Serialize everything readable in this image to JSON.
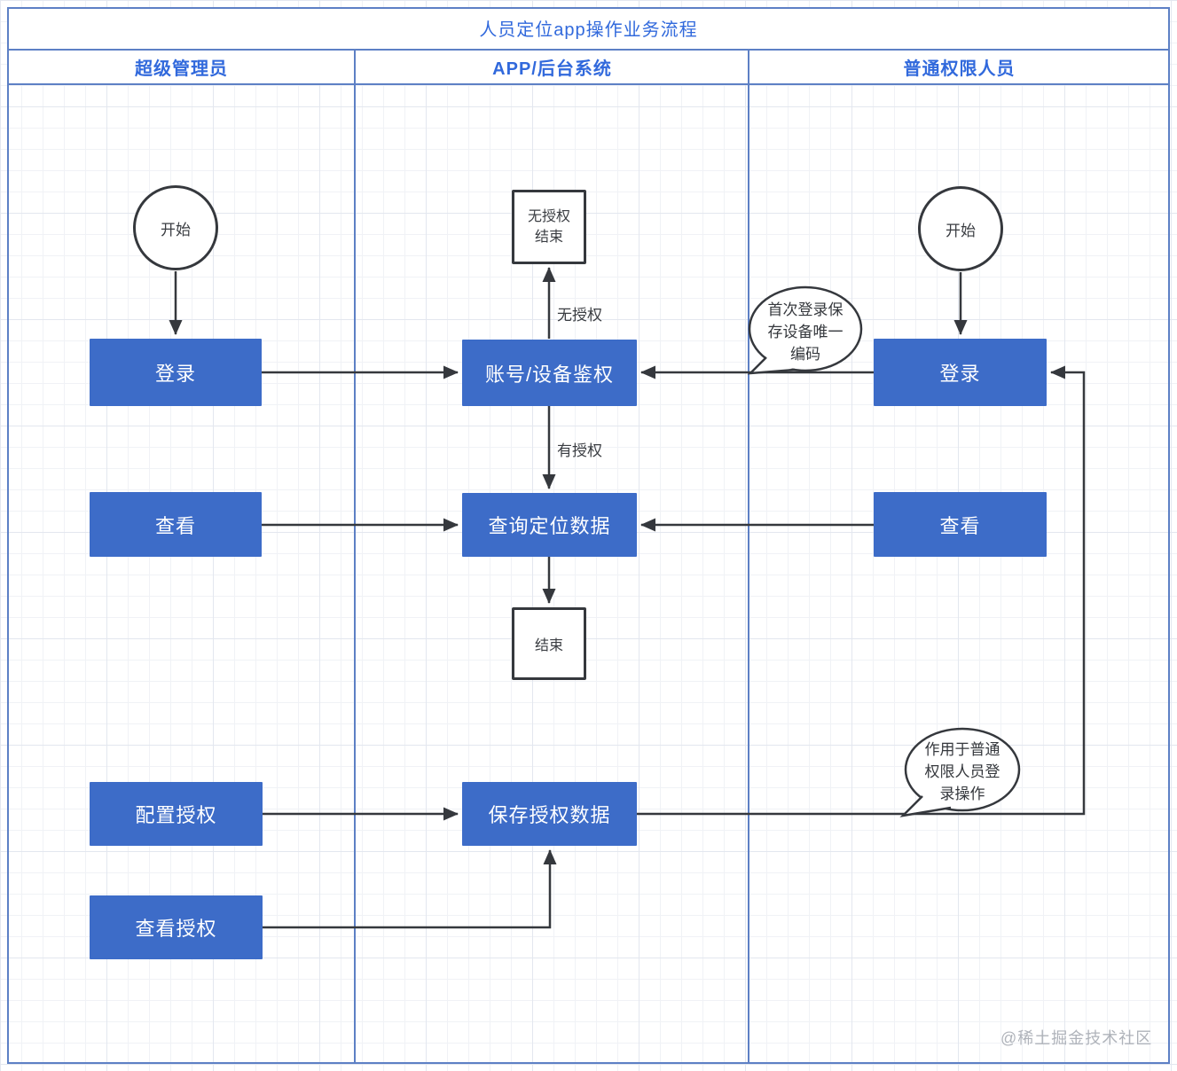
{
  "title": "人员定位app操作业务流程",
  "lanes": [
    {
      "label": "超级管理员"
    },
    {
      "label": "APP/后台系统"
    },
    {
      "label": "普通权限人员"
    }
  ],
  "nodes": {
    "admin_start": {
      "type": "start",
      "label": "开始"
    },
    "admin_login": {
      "type": "process",
      "label": "登录"
    },
    "admin_view": {
      "type": "process",
      "label": "查看"
    },
    "admin_config_auth": {
      "type": "process",
      "label": "配置授权"
    },
    "admin_view_auth": {
      "type": "process",
      "label": "查看授权"
    },
    "sys_no_auth_end": {
      "type": "end",
      "label": "无授权\n结束"
    },
    "sys_auth_check": {
      "type": "process",
      "label": "账号/设备鉴权"
    },
    "sys_query_location": {
      "type": "process",
      "label": "查询定位数据"
    },
    "sys_end": {
      "type": "end",
      "label": "结束"
    },
    "sys_save_auth": {
      "type": "process",
      "label": "保存授权数据"
    },
    "user_start": {
      "type": "start",
      "label": "开始"
    },
    "user_login": {
      "type": "process",
      "label": "登录"
    },
    "user_view": {
      "type": "process",
      "label": "查看"
    }
  },
  "edge_labels": {
    "no_auth": "无授权",
    "has_auth": "有授权"
  },
  "annotations": {
    "first_login": "首次登录保存设备唯一编码",
    "applies_to": "作用于普通权限人员登录操作"
  },
  "watermark": "@稀土掘金技术社区",
  "colors": {
    "node_fill": "#3D6CC8",
    "accent_text": "#3169DC",
    "frame_border": "#5D80C5",
    "edge_stroke": "#35383D",
    "watermark_text": "#AFB3BA"
  }
}
